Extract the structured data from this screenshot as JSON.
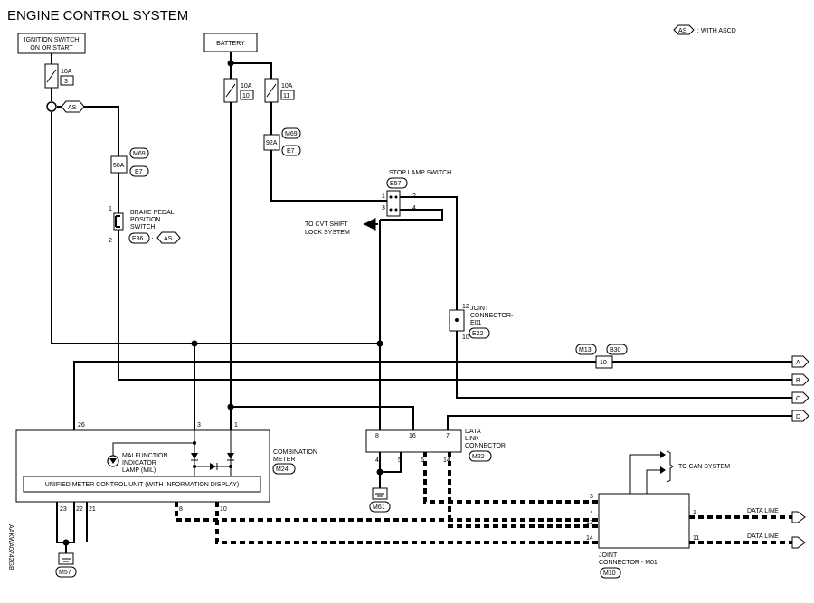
{
  "title": "ENGINE CONTROL SYSTEM",
  "legend": {
    "badge": "AS",
    "text": ": WITH ASCD"
  },
  "side_code": "AAKWA0742GB",
  "sources": {
    "ignition_line1": "IGNITION SWITCH",
    "ignition_line2": "ON OR START",
    "battery": "BATTERY"
  },
  "fuses": [
    {
      "amp": "10A",
      "num": "3"
    },
    {
      "amp": "10A",
      "num": "10"
    },
    {
      "amp": "10A",
      "num": "11"
    }
  ],
  "fusible_links": [
    "50A",
    "92A"
  ],
  "connectors": [
    "M69",
    "E7",
    "M69",
    "E7",
    "E36",
    "E57",
    "E22",
    "M13",
    "B30",
    "M24",
    "M22",
    "M61",
    "M57",
    "M10"
  ],
  "as_badge": "AS",
  "brake_switch": {
    "line1": "BRAKE PEDAL",
    "line2": "POSITION",
    "line3": "SWITCH",
    "pin_top": "1",
    "pin_bottom": "2",
    "sep": "·"
  },
  "stop_lamp": {
    "label": "STOP LAMP SWITCH",
    "pins": [
      "1",
      "2",
      "3",
      "4"
    ]
  },
  "cvt": {
    "line1": "TO CVT SHIFT",
    "line2": "LOCK SYSTEM"
  },
  "joint_e01": {
    "line1": "JOINT",
    "line2": "CONNECTOR-",
    "line3": "E01",
    "pin_top": "12",
    "pin_bottom": "10"
  },
  "inline_pin": "10",
  "lines": [
    "A",
    "B",
    "C",
    "D"
  ],
  "combination_meter": {
    "line1": "COMBINATION",
    "line2": "METER",
    "mil_line1": "MALFUNCTION",
    "mil_line2": "INDICATOR",
    "mil_line3": "LAMP (MIL)",
    "umcu": "UNIFIED METER CONTROL UNIT (WITH INFORMATION DISPLAY)",
    "pins_top": [
      "26",
      "3",
      "1"
    ],
    "pins_bottom": [
      "23",
      "22",
      "21",
      "8",
      "10"
    ]
  },
  "dlc": {
    "line1": "DATA",
    "line2": "LINK",
    "line3": "CONNECTOR",
    "pins_top": [
      "8",
      "16",
      "7"
    ],
    "pins_bottom": [
      "4",
      "5",
      "6",
      "14"
    ]
  },
  "joint_m01": {
    "line1": "JOINT",
    "line2": "CONNECTOR - M01",
    "pins_left": [
      "3",
      "4",
      "13",
      "14"
    ],
    "pins_right": [
      "1",
      "11"
    ]
  },
  "can": {
    "label": "TO CAN SYSTEM"
  },
  "data_line_label": "DATA LINE"
}
